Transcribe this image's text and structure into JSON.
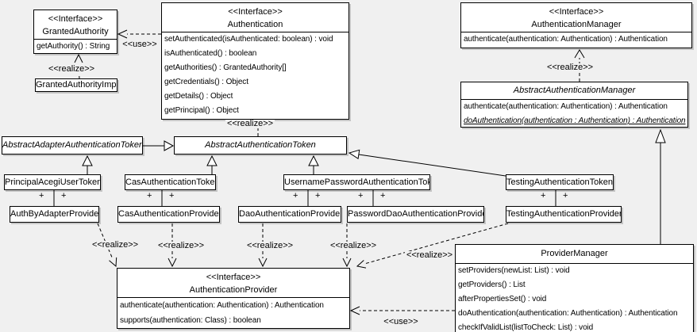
{
  "diagram": {
    "background": "#f0f0f0",
    "box_fill": "#ffffff",
    "box_border": "#000000",
    "stereotype_interface": "<<Interface>>"
  },
  "labels": {
    "realize": "<<realize>>",
    "use": "<<use>>",
    "plus": "+"
  },
  "classes": {
    "granted_authority": {
      "stereotype": "<<Interface>>",
      "name": "GrantedAuthority",
      "methods": [
        "getAuthority() : String"
      ]
    },
    "granted_authority_impl": {
      "name": "GrantedAuthorityImpl"
    },
    "authentication": {
      "stereotype": "<<Interface>>",
      "name": "Authentication",
      "methods": [
        "setAuthenticated(isAuthenticated: boolean) : void",
        "isAuthenticated() : boolean",
        "getAuthorities() : GrantedAuthority[]",
        "getCredentials() : Object",
        "getDetails() : Object",
        "getPrincipal() : Object"
      ]
    },
    "authentication_manager": {
      "stereotype": "<<Interface>>",
      "name": "AuthenticationManager",
      "methods": [
        "authenticate(authentication: Authentication) : Authentication"
      ]
    },
    "abstract_authentication_manager": {
      "name": "AbstractAuthenticationManager",
      "methods": [
        "authenticate(authentication: Authentication) : Authentication",
        "doAuthentication(authentication : Authentication) : Authentication"
      ]
    },
    "abstract_adapter_authentication_token": {
      "name": "AbstractAdapterAuthenticationToken"
    },
    "abstract_authentication_token": {
      "name": "AbstractAuthenticationToken"
    },
    "principal_acegi_user_token": {
      "name": "PrincipalAcegiUserToken"
    },
    "cas_authentication_token": {
      "name": "CasAuthenticationToken"
    },
    "username_password_authentication_token": {
      "name": "UsernamePasswordAuthenticationToken"
    },
    "testing_authentication_token": {
      "name": "TestingAuthenticationToken"
    },
    "auth_by_adapter_provider": {
      "name": "AuthByAdapterProvider"
    },
    "cas_authentication_provider": {
      "name": "CasAuthenticationProvider"
    },
    "dao_authentication_provider": {
      "name": "DaoAuthenticationProvider"
    },
    "password_dao_authentication_provider": {
      "name": "PasswordDaoAuthenticationProvider"
    },
    "testing_authentication_provider": {
      "name": "TestingAuthenticationProvider"
    },
    "authentication_provider": {
      "stereotype": "<<Interface>>",
      "name": "AuthenticationProvider",
      "methods": [
        "authenticate(authentication: Authentication) : Authentication",
        "supports(authentication: Class) : boolean"
      ]
    },
    "provider_manager": {
      "name": "ProviderManager",
      "methods": [
        "setProviders(newList: List) : void",
        "getProviders() : List",
        "afterPropertiesSet() : void",
        "doAuthentication(authentication: Authentication) : Authentication",
        "checkIfValidList(listToCheck: List) : void"
      ]
    }
  }
}
